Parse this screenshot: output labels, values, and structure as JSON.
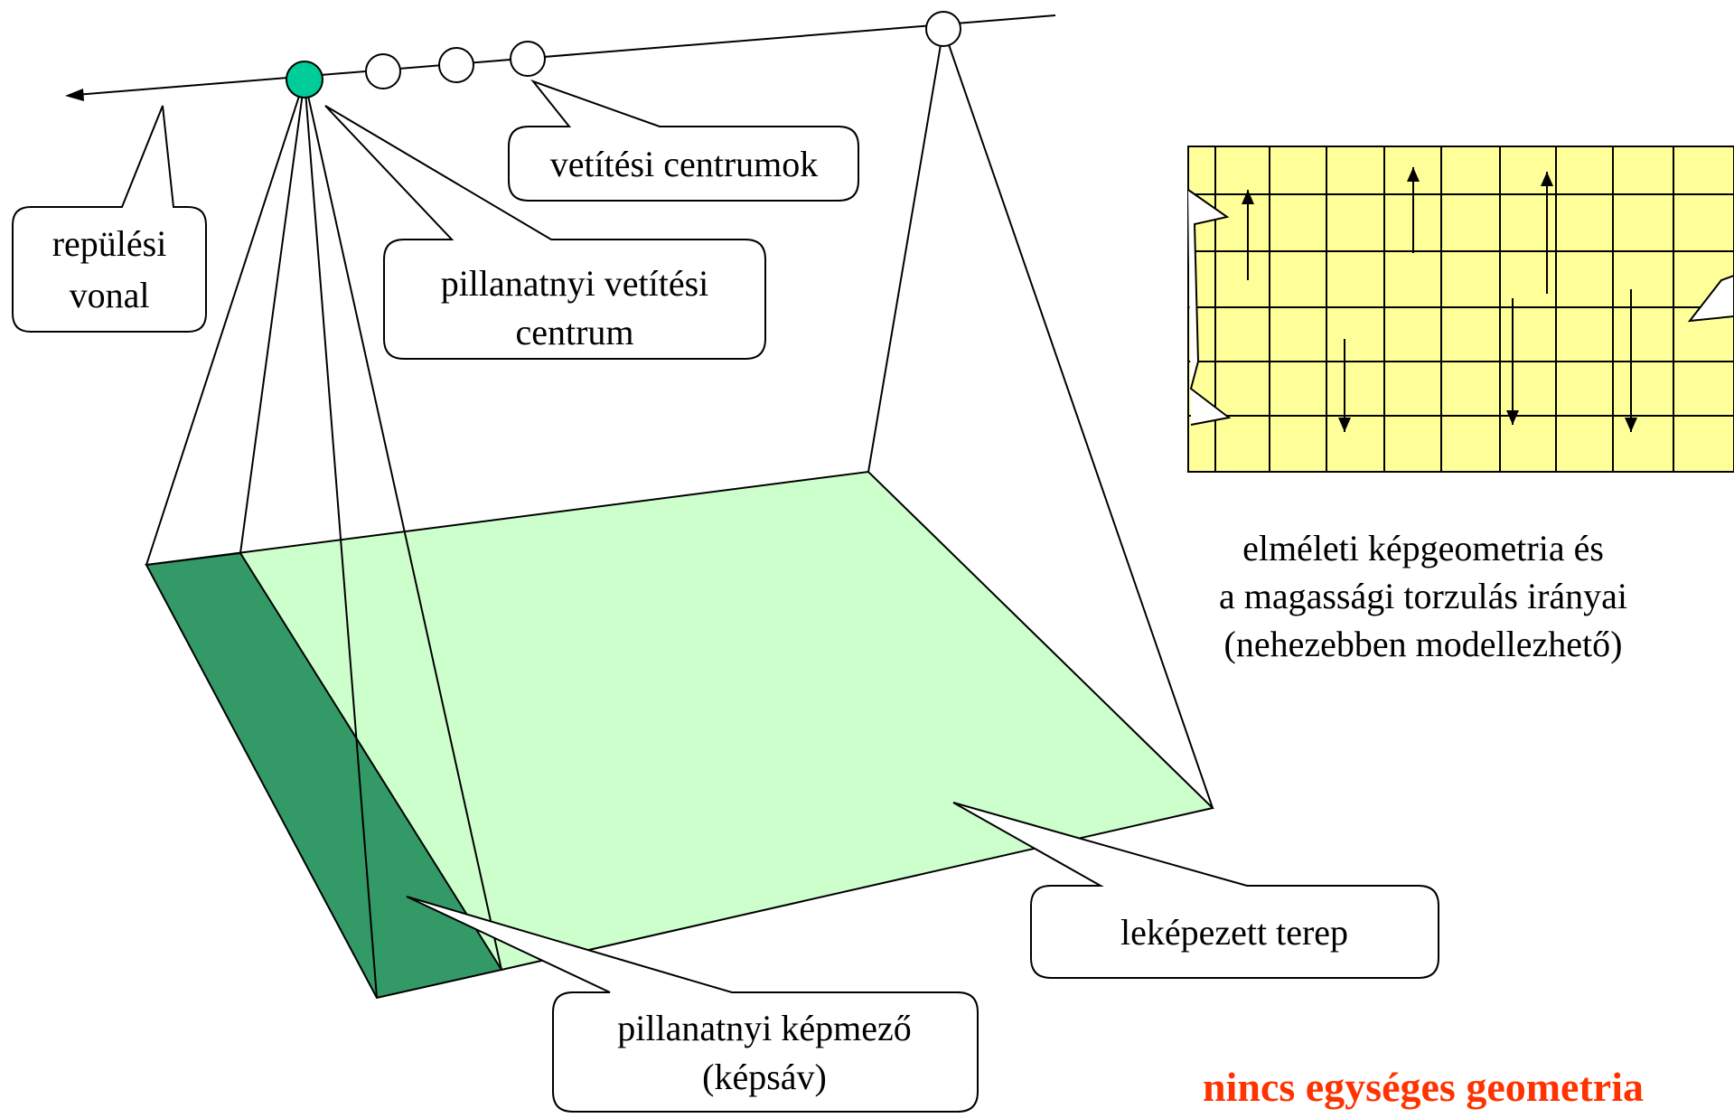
{
  "labels": {
    "flight_line": [
      "repülési",
      "vonal"
    ],
    "projection_centers": "vetítési centrumok",
    "instant_center": [
      "pillanatnyi vetítési",
      "centrum"
    ],
    "imaged_terrain": "leképezett terep",
    "instant_field": [
      "pillanatnyi képmező",
      "(képsáv)"
    ],
    "theory": [
      "elméleti képgeometria és",
      "a magassági torzulás irányai",
      "(nehezebben modellezhető)"
    ],
    "no_geometry": "nincs egységes geometria"
  },
  "colors": {
    "terrain": "#ccffcc",
    "strip": "#339966",
    "active_center": "#00cc99",
    "grid_fill": "#ffff99",
    "highlight_text": "#ff3300",
    "line": "#000000"
  }
}
